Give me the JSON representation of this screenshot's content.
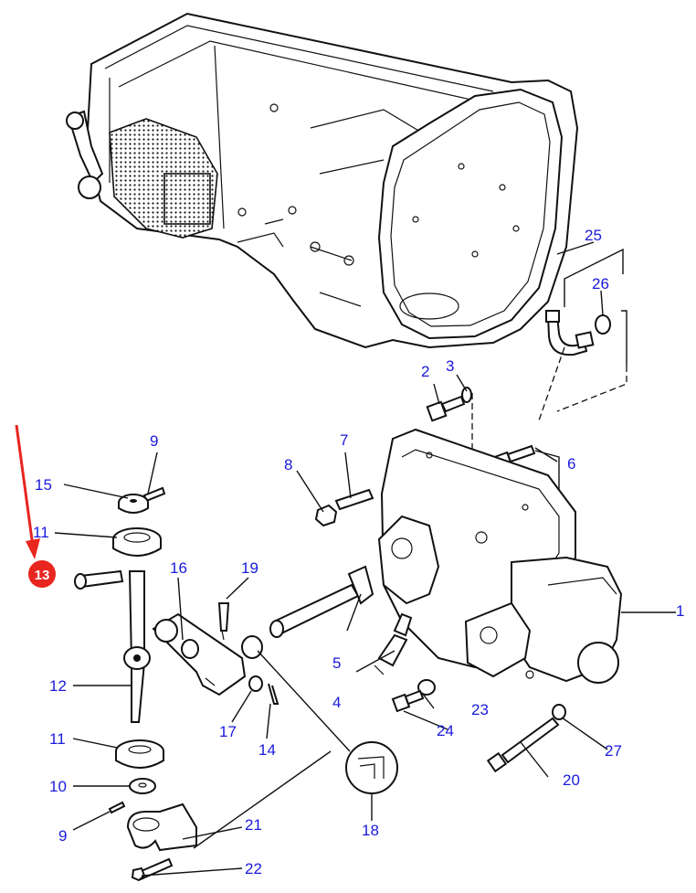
{
  "callouts": {
    "c1": "1",
    "c2": "2",
    "c3": "3",
    "c4": "4",
    "c5": "5",
    "c6": "6",
    "c7": "7",
    "c8": "8",
    "c9a": "9",
    "c9b": "9",
    "c10": "10",
    "c11a": "11",
    "c11b": "11",
    "c12": "12",
    "c13": "13",
    "c14": "14",
    "c15": "15",
    "c16": "16",
    "c17": "17",
    "c18": "18",
    "c19": "19",
    "c20": "20",
    "c21": "21",
    "c22": "22",
    "c23": "23",
    "c24": "24",
    "c25": "25",
    "c26": "26",
    "c27": "27"
  },
  "colors": {
    "callout_text": "#1a1adb",
    "highlight": "#e8251f",
    "line": "#111111"
  },
  "highlight": {
    "part_number": "13"
  }
}
